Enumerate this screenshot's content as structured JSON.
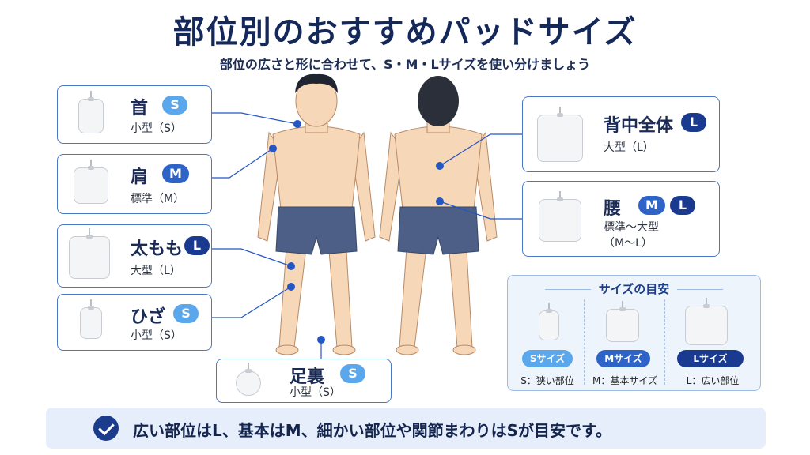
{
  "title": "部位別のおすすめパッドサイズ",
  "subtitle": "部位の広さと形に合わせて、S・M・Lサイズを使い分けましょう",
  "cards": {
    "neck": {
      "part": "首",
      "badges": [
        "S"
      ],
      "size": "小型（S）"
    },
    "shoulder": {
      "part": "肩",
      "badges": [
        "M"
      ],
      "size": "標準（M）"
    },
    "thigh": {
      "part": "太もも",
      "badges": [
        "L"
      ],
      "size": "大型（L）"
    },
    "knee": {
      "part": "ひざ",
      "badges": [
        "S"
      ],
      "size": "小型（S）"
    },
    "sole": {
      "part": "足裏",
      "badges": [
        "S"
      ],
      "size": "小型（S）"
    },
    "back": {
      "part": "背中全体",
      "badges": [
        "L"
      ],
      "size": "大型（L）"
    },
    "waist": {
      "part": "腰",
      "badges": [
        "M",
        "L"
      ],
      "size_line1": "標準～大型",
      "size_line2": "（M～L）"
    }
  },
  "legend": {
    "title": "サイズの目安",
    "items": [
      {
        "badge": "Sサイズ",
        "desc": "S：狭い部位"
      },
      {
        "badge": "Mサイズ",
        "desc": "M：基本サイズ"
      },
      {
        "badge": "Lサイズ",
        "desc": "L：広い部位"
      }
    ]
  },
  "footer": "広い部位はL、基本はM、細かい部位や関節まわりはSが目安です。",
  "colors": {
    "s_badge": "#5aa7ec",
    "m_badge": "#2e64c8",
    "l_badge": "#1a3a8f",
    "card_border": "#4a79c4",
    "marker": "#2456c4",
    "shorts": "#4d5f86",
    "skin": "#f6d7b8"
  }
}
